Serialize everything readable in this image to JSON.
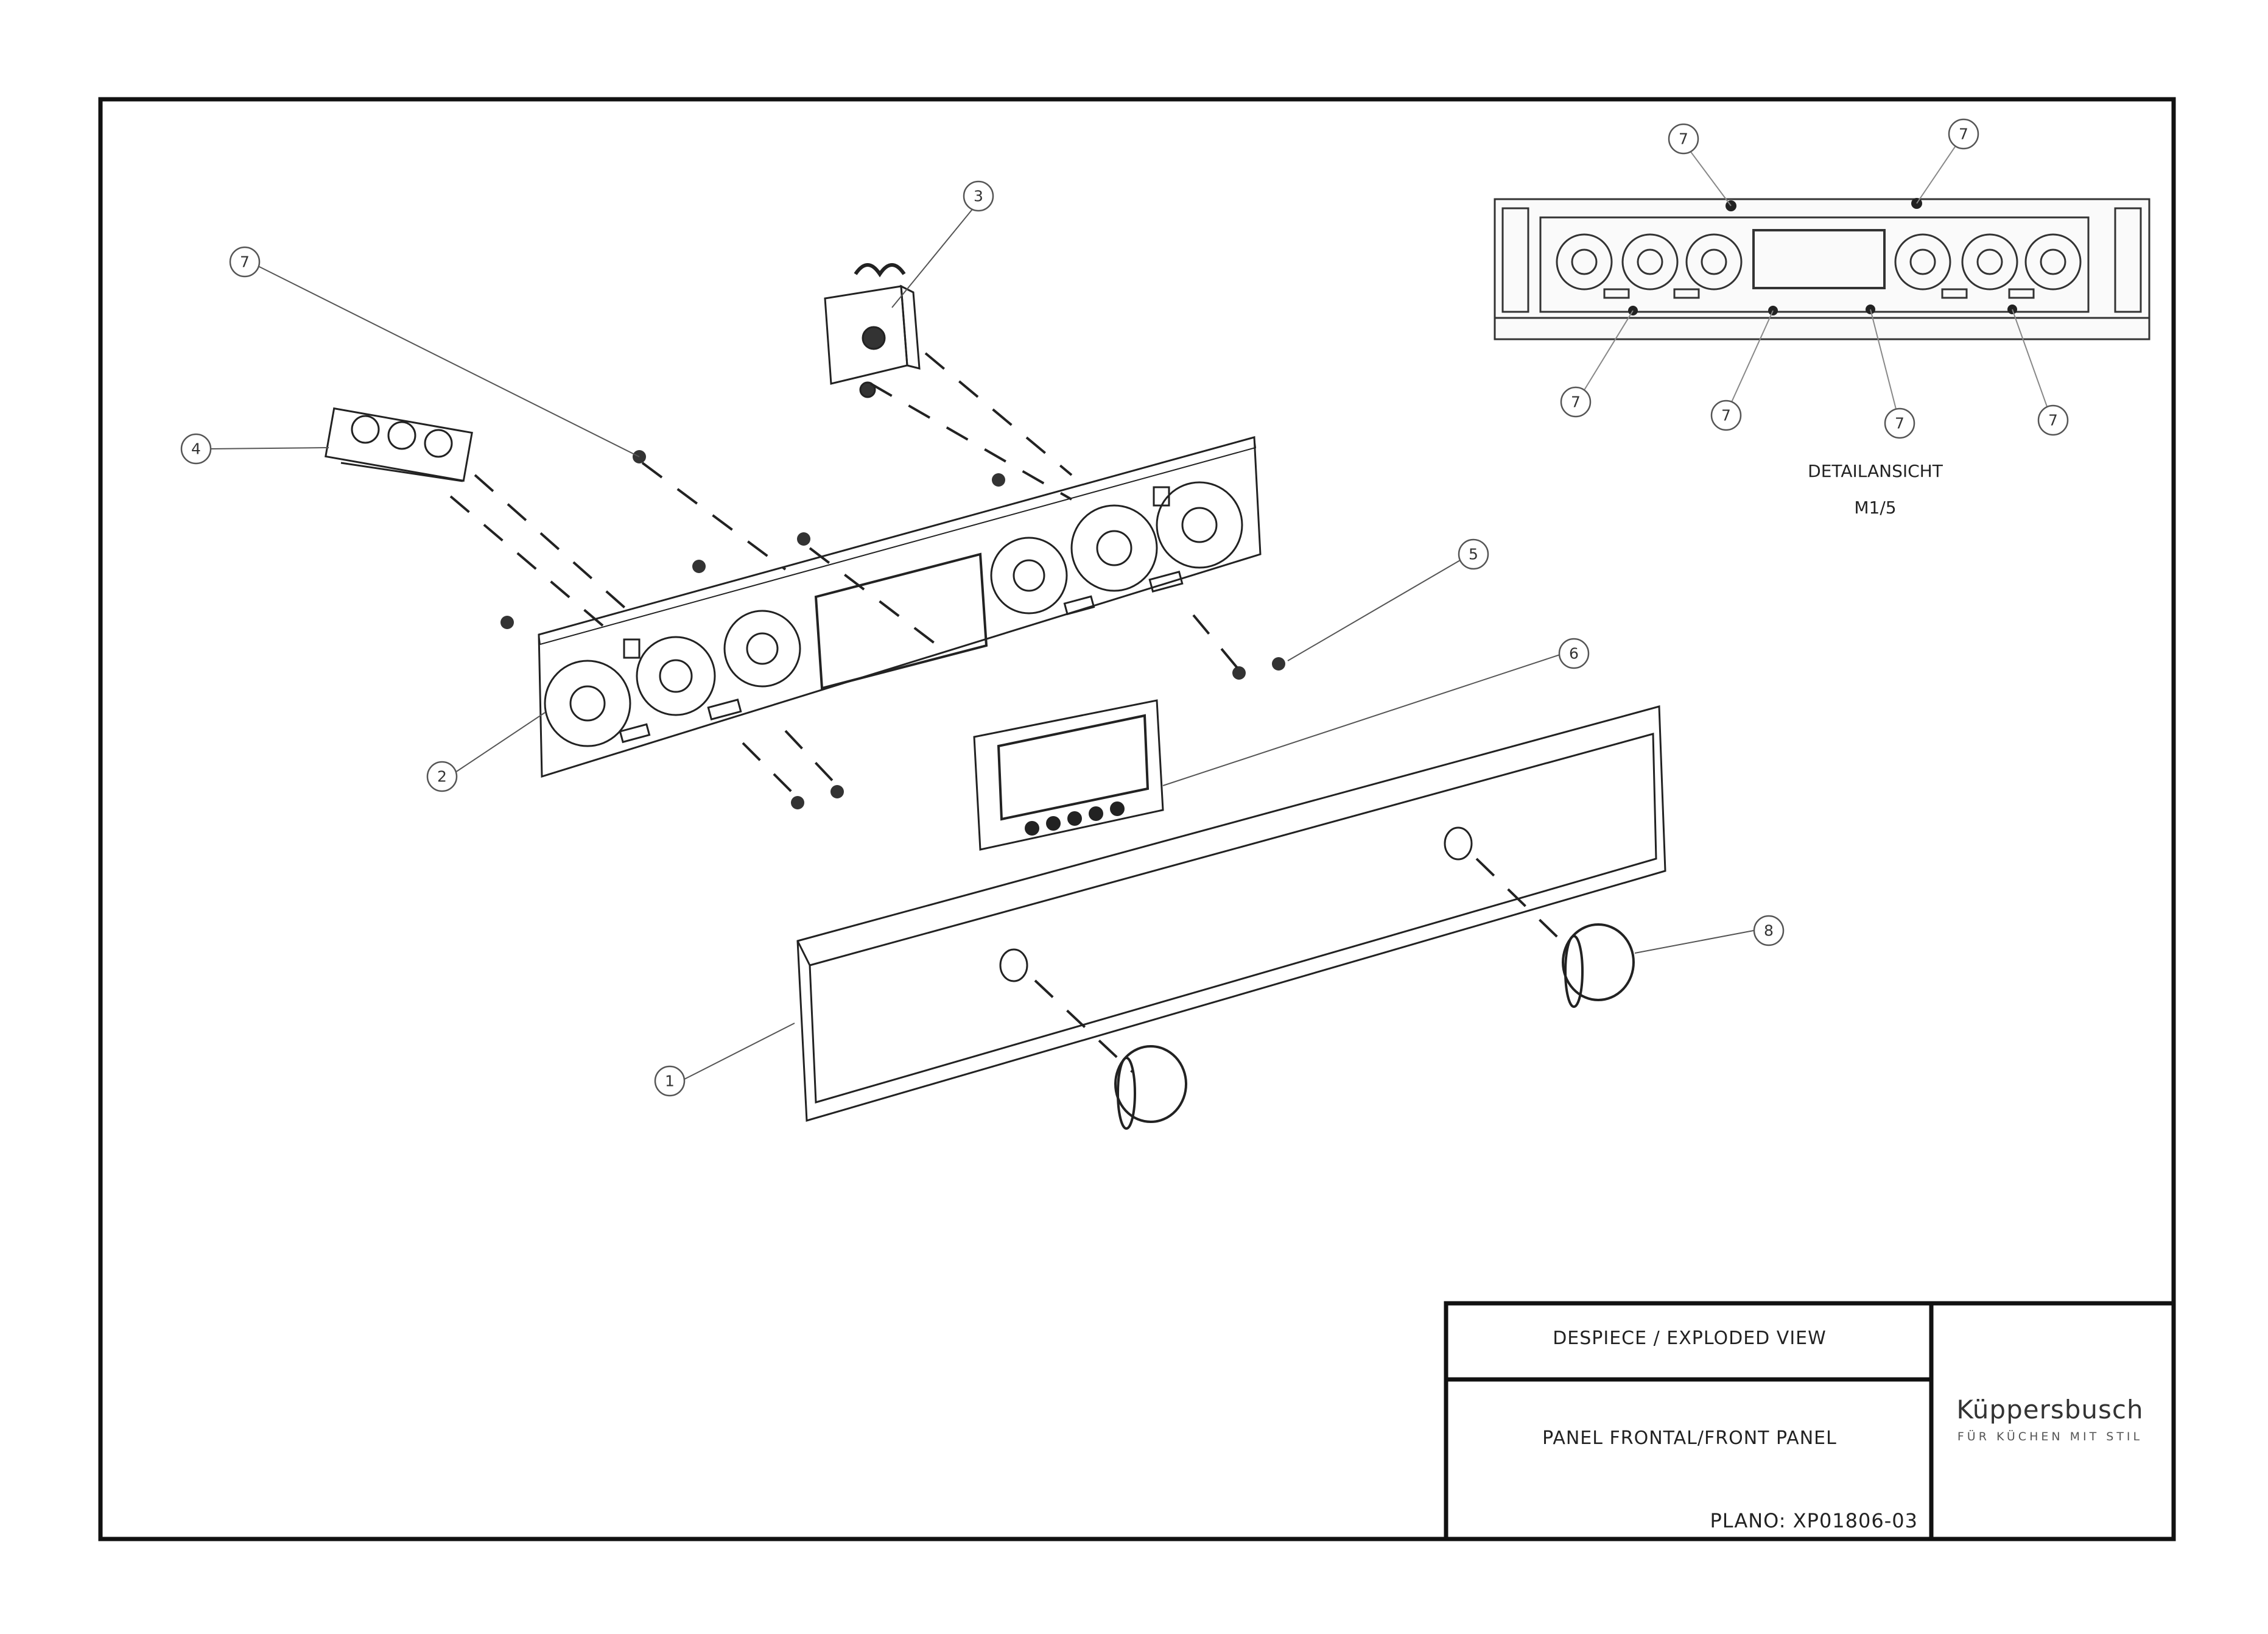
{
  "title_block": {
    "drawing_type": "DESPIECE / EXPLODED VIEW",
    "part_name": "PANEL FRONTAL/FRONT PANEL",
    "plano": "PLANO: XP01806-03"
  },
  "brand": {
    "name": "Küppersbusch",
    "tagline": "FÜR KÜCHEN MIT STIL"
  },
  "detail_view": {
    "label": "DETAILANSICHT",
    "scale": "M1/5"
  },
  "callouts": [
    {
      "id": "c1",
      "number": "1"
    },
    {
      "id": "c2",
      "number": "2"
    },
    {
      "id": "c3",
      "number": "3"
    },
    {
      "id": "c4",
      "number": "4"
    },
    {
      "id": "c5",
      "number": "5"
    },
    {
      "id": "c6",
      "number": "6"
    },
    {
      "id": "c7",
      "number": "7"
    },
    {
      "id": "c8",
      "number": "8"
    },
    {
      "id": "d7a",
      "number": "7"
    },
    {
      "id": "d7b",
      "number": "7"
    },
    {
      "id": "d7c",
      "number": "7"
    },
    {
      "id": "d7d",
      "number": "7"
    },
    {
      "id": "d7e",
      "number": "7"
    },
    {
      "id": "d7f",
      "number": "7"
    }
  ]
}
